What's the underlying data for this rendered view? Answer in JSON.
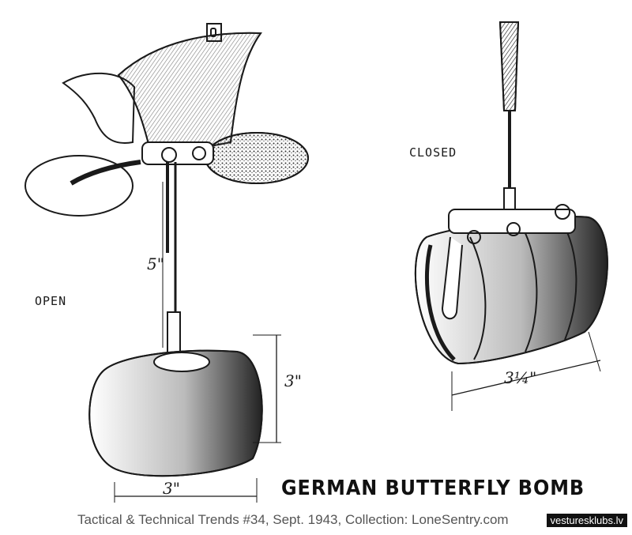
{
  "labels": {
    "open": "OPEN",
    "closed": "CLOSED",
    "dim_cable": "5\"",
    "dim_height": "3\"",
    "dim_width": "3\"",
    "dim_closed_width": "3¼\""
  },
  "title": "GERMAN BUTTERFLY BOMB",
  "footer": "Tactical & Technical Trends #34, Sept. 1943, Collection: LoneSentry.com",
  "watermark": "vesturesklubs.lv",
  "colors": {
    "ink": "#1a1a1a",
    "paper": "#ffffff",
    "caption": "#555555"
  }
}
